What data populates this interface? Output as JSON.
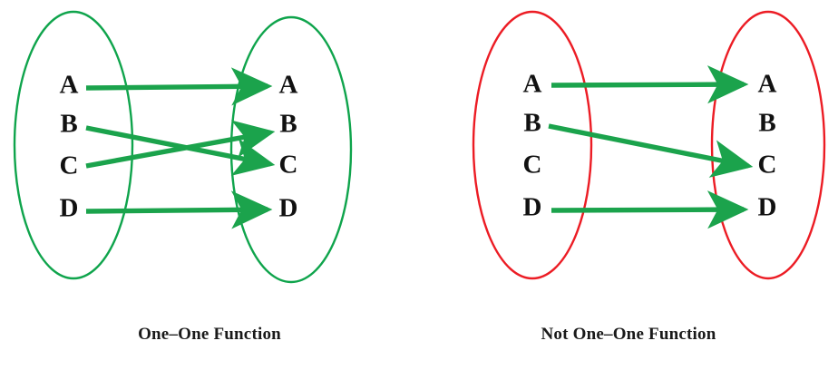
{
  "figure": {
    "title_left": "One–One Function",
    "title_right": "Not One–One Function",
    "background_color": "#ffffff",
    "arrow_color": "#1ba34c",
    "label_color": "#111111"
  },
  "diagrams": [
    {
      "id": "one-one",
      "caption": "One–One Function",
      "ellipse_color": "#0fa44c",
      "domain": {
        "name": "domain-set",
        "elements": [
          "A",
          "B",
          "C",
          "D"
        ]
      },
      "codomain": {
        "name": "codomain-set",
        "elements": [
          "A",
          "B",
          "C",
          "D"
        ]
      },
      "mappings": [
        {
          "from": "A",
          "to": "A"
        },
        {
          "from": "B",
          "to": "C"
        },
        {
          "from": "C",
          "to": "B"
        },
        {
          "from": "D",
          "to": "D"
        }
      ]
    },
    {
      "id": "not-one-one",
      "caption": "Not One–One Function",
      "ellipse_color": "#ec1c24",
      "domain": {
        "name": "domain-set",
        "elements": [
          "A",
          "B",
          "C",
          "D"
        ]
      },
      "codomain": {
        "name": "codomain-set",
        "elements": [
          "A",
          "B",
          "C",
          "D"
        ]
      },
      "mappings": [
        {
          "from": "A",
          "to": "A"
        },
        {
          "from": "B",
          "to": "C"
        },
        {
          "from": "D",
          "to": "D"
        }
      ]
    }
  ]
}
